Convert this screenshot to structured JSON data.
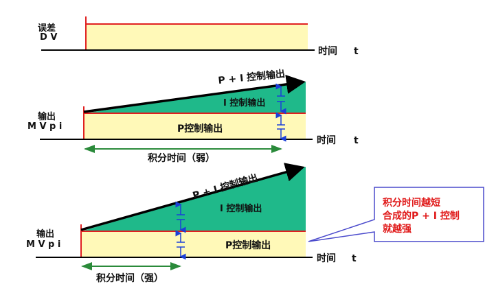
{
  "colors": {
    "p_fill": "#fff9b8",
    "i_fill": "#1fb98a",
    "red_line": "#e02020",
    "blue_arrow": "#1a3fd8",
    "green_arrow": "#2a8a3a",
    "callout_border": "#4a4acc"
  },
  "panel1": {
    "y_label_1": "误差",
    "y_label_2": "D V",
    "x_label": "时间",
    "x_unit": "t"
  },
  "panel2": {
    "y_label_1": "输出",
    "y_label_2": "M V p i",
    "x_label": "时间",
    "x_unit": "t",
    "pi_label": "P + I  控制输出",
    "i_label": "I  控制输出",
    "p_label": "P控制输出",
    "integral_label": "积分时间（弱）"
  },
  "panel3": {
    "y_label_1": "输出",
    "y_label_2": "M V p i",
    "x_label": "时间",
    "x_unit": "t",
    "pi_label": "P + I  控制输出",
    "i_label": "I  控制输出",
    "p_label": "P控制输出",
    "integral_label": "积分时间（强）"
  },
  "callout": {
    "lines": [
      "积分时间越短",
      "合成的P + I 控制",
      "就越强"
    ]
  }
}
